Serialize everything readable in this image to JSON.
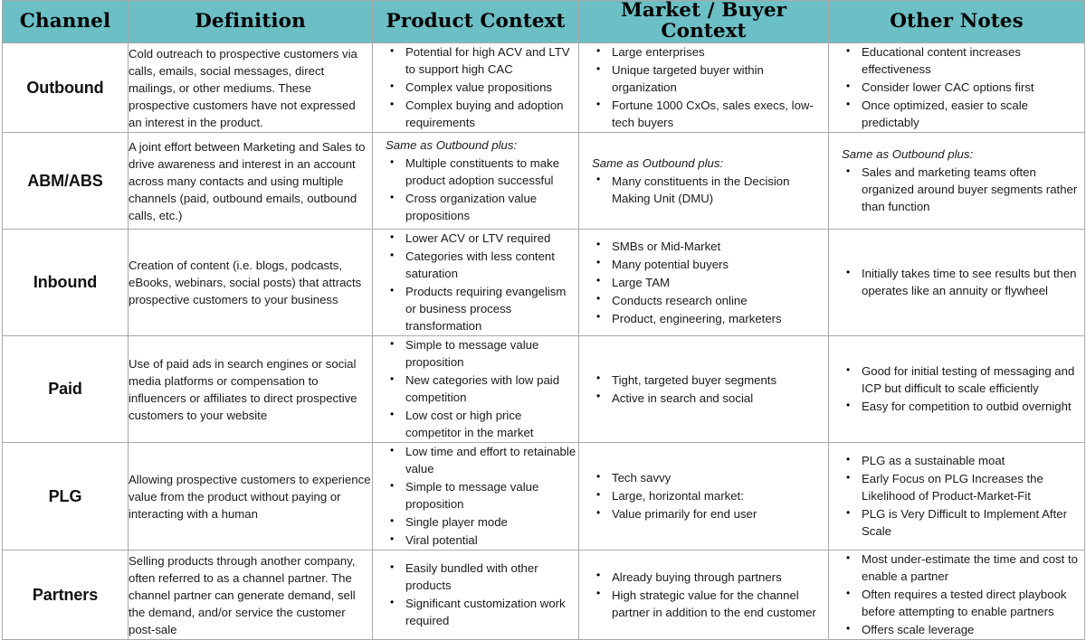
{
  "table": {
    "name": "Go-To-Market Channel Comparison",
    "accent_color": "#6bbfc5",
    "border_color": "#a9a9a9",
    "columns": [
      {
        "key": "channel",
        "label": "Channel"
      },
      {
        "key": "definition",
        "label": "Definition"
      },
      {
        "key": "product",
        "label": "Product Context"
      },
      {
        "key": "market",
        "label": "Market / Buyer Context"
      },
      {
        "key": "other",
        "label": "Other Notes"
      }
    ],
    "rows": [
      {
        "channel": "Outbound",
        "definition": "Cold outreach to prospective customers via calls, emails, social messages, direct mailings, or other mediums.  These prospective customers have not expressed an interest in the product.",
        "product": {
          "note": "",
          "bullets": [
            "Potential for high ACV and LTV to support high CAC",
            "Complex value propositions",
            "Complex buying and adoption requirements"
          ]
        },
        "market": {
          "note": "",
          "bullets": [
            "Large enterprises",
            "Unique targeted buyer within organization",
            "Fortune 1000 CxOs, sales execs, low-tech buyers"
          ]
        },
        "other": {
          "note": "",
          "bullets": [
            "Educational content increases effectiveness",
            "Consider lower CAC options first",
            "Once optimized, easier to scale predictably"
          ]
        }
      },
      {
        "channel": "ABM/ABS",
        "definition": "A joint effort between Marketing and Sales to drive awareness and interest in an account across many contacts and using multiple channels (paid, outbound emails, outbound calls, etc.)",
        "product": {
          "note": "Same as Outbound plus:",
          "bullets": [
            "Multiple constituents to make product adoption successful",
            "Cross organization value propositions"
          ]
        },
        "market": {
          "note": "Same as Outbound plus:",
          "bullets": [
            "Many constituents in the Decision Making Unit (DMU)"
          ]
        },
        "other": {
          "note": "Same as Outbound plus:",
          "bullets": [
            "Sales and marketing teams often organized around buyer segments rather than function"
          ]
        }
      },
      {
        "channel": "Inbound",
        "definition": "Creation of content (i.e. blogs, podcasts, eBooks, webinars, social posts) that attracts prospective customers to your business",
        "product": {
          "note": "",
          "bullets": [
            "Lower ACV or LTV required",
            "Categories with less content saturation",
            "Products requiring evangelism or business process transformation"
          ]
        },
        "market": {
          "note": "",
          "bullets": [
            "SMBs or Mid-Market",
            "Many potential buyers",
            "Large TAM",
            "Conducts research online",
            "Product, engineering, marketers"
          ]
        },
        "other": {
          "note": "",
          "bullets": [
            "Initially takes time to see results but then operates like an annuity or flywheel"
          ]
        }
      },
      {
        "channel": "Paid",
        "definition": "Use of paid ads in search engines or social media platforms or compensation to influencers or affiliates to direct prospective customers to your website",
        "product": {
          "note": "",
          "bullets": [
            "Simple to message value proposition",
            "New categories with low paid competition",
            "Low cost or high price competitor in the market"
          ]
        },
        "market": {
          "note": "",
          "bullets": [
            "Tight, targeted buyer segments",
            "Active in search and social"
          ]
        },
        "other": {
          "note": "",
          "bullets": [
            "Good for initial testing of messaging and ICP but difficult to scale efficiently",
            "Easy for competition to outbid overnight"
          ]
        }
      },
      {
        "channel": "PLG",
        "definition": "Allowing prospective customers to experience value from the product without paying or interacting with a human",
        "product": {
          "note": "",
          "bullets": [
            "Low time and effort to retainable value",
            "Simple to message value proposition",
            "Single player mode",
            "Viral potential"
          ]
        },
        "market": {
          "note": "",
          "bullets": [
            "Tech savvy",
            "Large, horizontal market:",
            "Value primarily for end user"
          ]
        },
        "other": {
          "note": "",
          "bullets": [
            "PLG as a sustainable moat",
            "Early Focus on PLG Increases the Likelihood of Product-Market-Fit",
            "PLG is Very Difficult to Implement After Scale"
          ]
        }
      },
      {
        "channel": "Partners",
        "definition": "Selling products through another company, often referred to as a channel partner.  The channel partner can generate demand, sell the demand, and/or service the customer post-sale",
        "product": {
          "note": "",
          "bullets": [
            "Easily bundled with other products",
            "Significant customization work required"
          ]
        },
        "market": {
          "note": "",
          "bullets": [
            "Already buying through partners",
            "High strategic value for the channel partner in addition to the end customer"
          ]
        },
        "other": {
          "note": "",
          "bullets": [
            "Most under-estimate the time and cost to enable a partner",
            "Often requires a tested direct playbook before attempting to enable partners",
            "Offers scale leverage"
          ]
        }
      }
    ]
  }
}
